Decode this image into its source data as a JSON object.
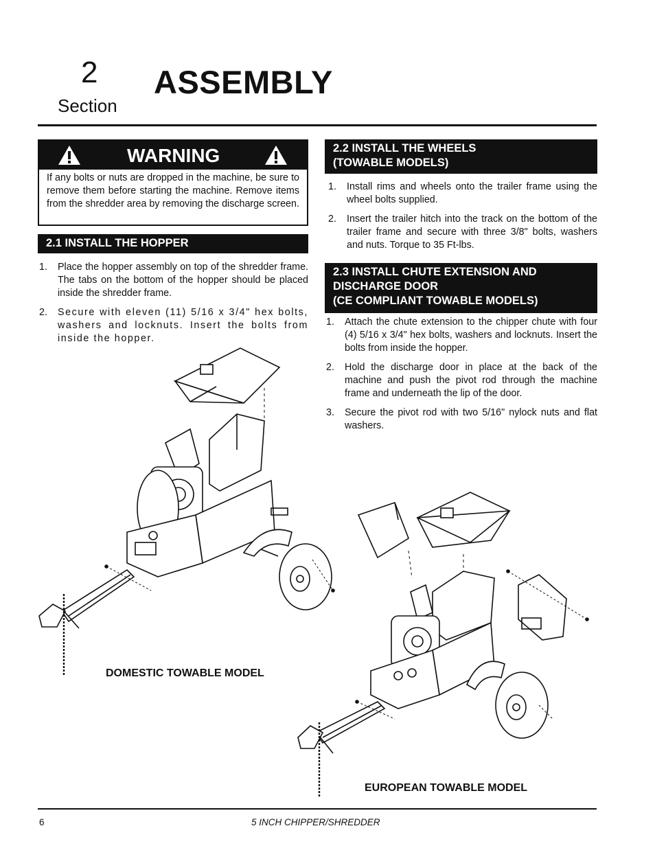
{
  "header": {
    "section_number": "2",
    "section_word": "Section",
    "title": "ASSEMBLY"
  },
  "warning": {
    "label": "WARNING",
    "text": "If any bolts or nuts are dropped in the machine, be sure to remove them before starting the machine. Remove items from the shredder area by removing the discharge screen."
  },
  "section_2_1": {
    "heading": "2.1   INSTALL THE HOPPER",
    "steps": [
      {
        "num": "1.",
        "text": "Place the hopper assembly on top of the shredder frame.  The tabs on the bottom of the hopper should be placed inside the shredder frame."
      },
      {
        "num": "2.",
        "text": "Secure with eleven (11) 5/16 x 3/4\" hex bolts, washers and locknuts.  Insert the bolts from inside the hopper."
      }
    ]
  },
  "section_2_2": {
    "heading_line1": "2.2   INSTALL THE WHEELS",
    "heading_line2": "(TOWABLE MODELS)",
    "steps": [
      {
        "num": "1.",
        "text": "Install rims and wheels onto the trailer frame using the wheel bolts supplied."
      },
      {
        "num": "2.",
        "text": "Insert the trailer hitch into the track on the bottom of the trailer frame and secure with three 3/8\" bolts, washers and nuts.  Torque to 35 Ft-lbs."
      }
    ]
  },
  "section_2_3": {
    "heading_line1": "2.3   INSTALL CHUTE EXTENSION AND",
    "heading_line2": "DISCHARGE DOOR",
    "heading_line3": "(CE COMPLIANT TOWABLE MODELS)",
    "steps": [
      {
        "num": "1.",
        "text": "Attach the chute extension to the chipper chute with four (4)  5/16 x 3/4\" hex bolts,  washers and locknuts. Insert the bolts from inside the hopper."
      },
      {
        "num": "2.",
        "text": "Hold the discharge door in place at the back of the machine and push the pivot rod through the machine frame and underneath the lip of the door."
      },
      {
        "num": "3.",
        "text": "Secure the pivot rod with two 5/16\" nylock nuts and flat washers."
      }
    ]
  },
  "figures": {
    "domestic_caption": "DOMESTIC TOWABLE MODEL",
    "european_caption": "EUROPEAN TOWABLE MODEL"
  },
  "footer": {
    "page_number": "6",
    "manual_title": "5 INCH CHIPPER/SHREDDER"
  }
}
